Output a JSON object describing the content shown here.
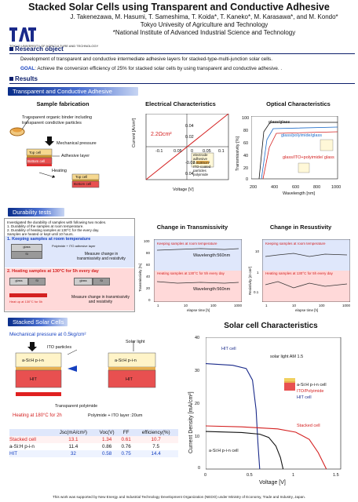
{
  "header": {
    "title": "Stacked Solar Cells using Transparent and Conductive Adhesive",
    "authors": "J. Takenezawa, M. Hasumi, T. Sameshima, T. Koida*, T. Kaneko*, M. Karasawa*, and M. Kondo*",
    "affil1": "Tokyo Univesity of Agriculture and Technology",
    "affil2": "*National Institute of Advanced Industrial Science and Technology",
    "logo_text": "TOKYO UNIVERSITY OF AGRICULTURE AND TECHNOLOGY"
  },
  "research_object": {
    "heading": "Research object",
    "line1": "Development of transparent and conductive intermediate adhesive layers for stacked-type-multi-junction solar cells.",
    "goal_label": "GOAL",
    "goal_text": ": Achieve the conversion efficiency of 25% for stacked solar cells by using transparent and conductive adhesive. ."
  },
  "results": {
    "heading": "Results",
    "bar1": "Transparent and Conductive Adhesive",
    "bar2": "Durability tests",
    "bar3": "Stacked Solar Cells"
  },
  "fabrication": {
    "title": "Sample fabrication",
    "binder_label": "Transparent organic binder including transparent condictive particles",
    "pressure_label": "Mechanical pressure",
    "top_cell": "Top cell",
    "adhesive_layer": "Adhesive layer",
    "bottom_cell": "Bottom cell",
    "heating": "Heating",
    "top_cell2": "Top cell",
    "bottom_cell2": "Bottom cell"
  },
  "electrical": {
    "title": "Electrical Characteristics",
    "ylabel": "Current [A/cm²]",
    "xlabel": "Voltage [V]",
    "resistance": "2.2Ωcm²",
    "ticks_y": [
      "0.04",
      "0.02",
      "0",
      "-0.02",
      "0.04"
    ],
    "ticks_x": [
      "-0.1",
      "0.05",
      "0",
      "0.05",
      "0.1"
    ],
    "inset": [
      "electrode",
      "adhesive",
      "0.0100cm²",
      "ITO-coated",
      "particles",
      "polyimide"
    ]
  },
  "optical": {
    "title": "Optical Characteristics",
    "ylabel": "Transmissivity [%]",
    "xlabel": "Wavelength [nm]",
    "ticks_y": [
      "100",
      "80",
      "60",
      "40",
      "20",
      "0"
    ],
    "ticks_x": [
      "200",
      "400",
      "600",
      "800",
      "1000"
    ],
    "label1": "glass/glass",
    "label2": "glass/polyimide/glass",
    "label3": "glass/ITO+polyimide/ glass"
  },
  "durability": {
    "intro": [
      "Investigated the durability of samples with following two modes.",
      "1. Durability of the samples at room temperature.",
      "2. Durability of heating samples at 130°C for the every day.",
      "Samples are heated or kept until 10 hours."
    ],
    "mode1": "1. Keeping samples at room temperature",
    "mode2": "2. Heating samples at 130°C for 5h every day",
    "adhesive_note": "Polyimide + ITO adhesive layer",
    "measure1": "Measure change in transmissivity and resistivity",
    "measure2": "Measure change in transmissivity and resistivity",
    "glass": "glass",
    "si": "Si",
    "heat_note": "Heat up at 130°C for 5h",
    "trans_title": "Change in Transmissivity",
    "res_title": "Change in Resustivity",
    "trans_ylabel": "Transmissivity [%]",
    "res_ylabel": "Resistivity [Ω cm²]",
    "keep_label": "Keeping samples at room temperature",
    "heat_label": "Heating samples at 130°C for 5h every day",
    "wavelength": "Wavelength:560nm",
    "xlabel": "elapse time [h]",
    "ticks_x": [
      "1",
      "10",
      "100",
      "1000"
    ],
    "trans_ticks_y": [
      "100",
      "80",
      "60",
      "40",
      "20",
      "0"
    ],
    "res_ticks_y": [
      "10",
      "1",
      "0.1"
    ]
  },
  "stacked": {
    "pressure": "Mechanical pressure at 0.5kg/cm²",
    "ito": "ITO particles",
    "solar": "Solar light",
    "asi": "a-Si:H p-i-n",
    "asi2": "a-Si:H p-i-n",
    "hit": "HIT",
    "hit2": "HIT",
    "transparent": "Transparent polyimide",
    "heating": "Heating at 180°C  for 2h",
    "polyimide": "Polyimide + ITO layer :20um"
  },
  "table": {
    "headers": [
      "",
      "Jsc(mA/cm²)",
      "Voc(V)",
      "FF",
      "efficiency(%)"
    ],
    "rows": [
      {
        "name": "Stacked cell",
        "jsc": "13.1",
        "voc": "1.34",
        "ff": "0.61",
        "eff": "10.7"
      },
      {
        "name": "a-Si:H p-i-n",
        "jsc": "11.4",
        "voc": "0.86",
        "ff": "0.76",
        "eff": "7.5"
      },
      {
        "name": "HIT",
        "jsc": "32",
        "voc": "0.58",
        "ff": "0.75",
        "eff": "14.4"
      }
    ]
  },
  "solar_chart": {
    "title": "Solar cell Characteristics",
    "ylabel": "Current Density [mA/cm²]",
    "xlabel": "Voltage [V]",
    "ticks_y": [
      "40",
      "30",
      "20",
      "10",
      "0"
    ],
    "ticks_x": [
      "0",
      "0.5",
      "1",
      "1.5"
    ],
    "hit": "HIT cell",
    "solar": "solar light AM 1.5",
    "asi": "a-Si:H p-i-n cell",
    "itopoly": "ITO/Polyimide",
    "hit2": "HIT cell",
    "stacked": "Stacked cell",
    "asi2": "a-Si:H p-i-n cell"
  },
  "chart_data": {
    "type": "line",
    "title": "Solar cell Characteristics",
    "xlabel": "Voltage [V]",
    "ylabel": "Current Density [mA/cm²]",
    "xlim": [
      0,
      1.5
    ],
    "ylim": [
      0,
      40
    ],
    "series": [
      {
        "name": "HIT cell",
        "x": [
          0,
          0.3,
          0.45,
          0.52,
          0.56,
          0.58,
          0.6
        ],
        "y": [
          32,
          31.5,
          30.5,
          27,
          18,
          8,
          0
        ]
      },
      {
        "name": "Stacked cell",
        "x": [
          0,
          0.4,
          0.8,
          1.0,
          1.15,
          1.25,
          1.34
        ],
        "y": [
          13.1,
          12.8,
          12.2,
          11.2,
          9,
          5,
          0
        ]
      },
      {
        "name": "a-Si:H p-i-n cell",
        "x": [
          0,
          0.4,
          0.6,
          0.7,
          0.78,
          0.83,
          0.86
        ],
        "y": [
          11.4,
          11.1,
          10.6,
          9.6,
          7,
          3.5,
          0
        ]
      }
    ],
    "colors": {
      "HIT cell": "#1a2a8a",
      "Stacked cell": "#d42020",
      "a-Si:H p-i-n cell": "#111111"
    }
  },
  "footer": "This work was supported by New Energy and Industrial Technology Development Organization (NEDO) under Ministry of Economy, Trade and Industry, Japan."
}
